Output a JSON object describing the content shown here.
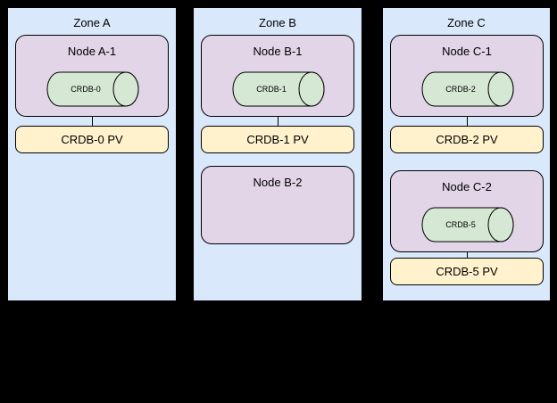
{
  "diagram": {
    "background": "#000000",
    "colors": {
      "zone_fill": "#dae8fc",
      "node_fill": "#e1d5e7",
      "pod_fill": "#d5e8d4",
      "pv_fill": "#fff2cc",
      "border": "#000000"
    }
  },
  "zones": [
    {
      "label": "Zone A",
      "nodes": [
        {
          "label": "Node A-1",
          "pod": "CRDB-0",
          "pv": "CRDB-0 PV"
        }
      ]
    },
    {
      "label": "Zone B",
      "nodes": [
        {
          "label": "Node B-1",
          "pod": "CRDB-1",
          "pv": "CRDB-1 PV"
        },
        {
          "label": "Node B-2"
        }
      ]
    },
    {
      "label": "Zone C",
      "nodes": [
        {
          "label": "Node C-1",
          "pod": "CRDB-2",
          "pv": "CRDB-2 PV"
        },
        {
          "label": "Node C-2",
          "pod": "CRDB-5",
          "pv": "CRDB-5 PV"
        }
      ]
    }
  ]
}
